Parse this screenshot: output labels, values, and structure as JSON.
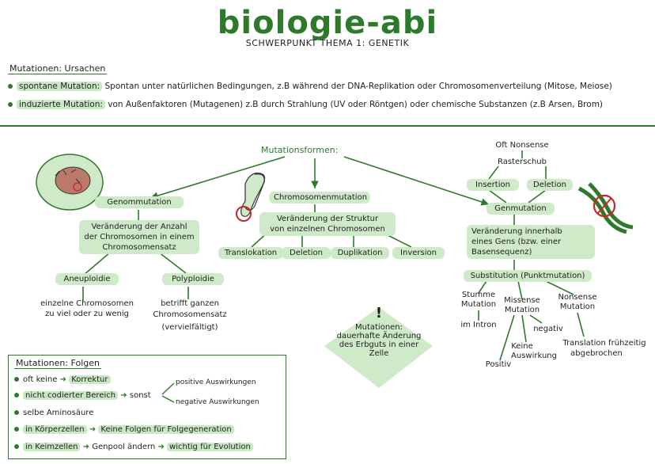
{
  "title": "biologie-abi",
  "subtitle": "SCHWERPUNKT THEMA 1: GENETIK",
  "ursachen": {
    "heading": "Mutationen: Ursachen",
    "spontan_label": "spontane Mutation:",
    "spontan_text": "Spontan unter natürlichen Bedingungen, z.B während der DNA-Replikation oder Chromosomenverteilung (Mitose, Meiose)",
    "induziert_label": "induzierte Mutation:",
    "induziert_text": "von Außenfaktoren (Mutagenen) z.B durch Strahlung (UV oder Röntgen) oder chemische Substanzen (z.B Arsen, Brom)"
  },
  "formen": {
    "heading": "Mutationsformen:",
    "genom": {
      "label": "Genommutation",
      "desc": "Veränderung der Anzahl der Chromosomen in einem Chromosomensatz",
      "aneuploidie": "Aneuploidie",
      "aneuploidie_desc_1": "einzelne Chromosomen",
      "aneuploidie_desc_2": "zu viel oder zu wenig",
      "polyploidie": "Polyploidie",
      "polyploidie_desc_1": "betrifft ganzen",
      "polyploidie_desc_2": "Chromosomensatz",
      "polyploidie_desc_3": "(vervielfältigt)"
    },
    "chromosom": {
      "label": "Chromosomenmutation",
      "desc_1": "Veränderung der Struktur",
      "desc_2": "von einzelnen Chromosomen",
      "items": [
        "Translokation",
        "Deletion",
        "Duplikation",
        "Inversion"
      ]
    },
    "gen": {
      "label": "Genmutation",
      "oft_nonsense": "Oft Nonsense",
      "raster": "Rasterschub",
      "insertion": "Insertion",
      "deletion": "Deletion",
      "desc_1": "Veränderung innerhalb",
      "desc_2": "eines Gens (bzw. einer",
      "desc_3": "Basensequenz)",
      "substitution": "Substitution (Punktmutation)",
      "stumme_1": "Stumme",
      "stumme_2": "Mutation",
      "im_intron": "im Intron",
      "missense_1": "Missense",
      "missense_2": "Mutation",
      "negativ": "negativ",
      "keine_1": "Keine",
      "keine_2": "Auswirkung",
      "positiv": "Positiv",
      "nonsense_1": "Nonsense",
      "nonsense_2": "Mutation",
      "translation_1": "Translation frühzeitig",
      "translation_2": "abgebrochen"
    }
  },
  "warn": {
    "mark": "!",
    "title": "Mutationen:",
    "text_1": "dauerhafte Änderung",
    "text_2": "des Erbguts in einer",
    "text_3": "Zelle"
  },
  "folgen": {
    "heading": "Mutationen: Folgen",
    "r1_a": "oft keine",
    "r1_b": "Korrektur",
    "r2_a": "nicht codierter Bereich",
    "r2_b": "sonst",
    "r2_pos": "positive Auswirkungen",
    "r2_neg": "negative Auswirkungen",
    "r3": "selbe Aminosäure",
    "r4_a": "in Körperzellen",
    "r4_b": "Keine Folgen für Folgegeneration",
    "r5_a": "in Keimzellen",
    "r5_b": "Genpool ändern",
    "r5_c": "wichtig für Evolution"
  },
  "colors": {
    "accent": "#2d7b2a",
    "highlight": "#c9e8c4"
  }
}
